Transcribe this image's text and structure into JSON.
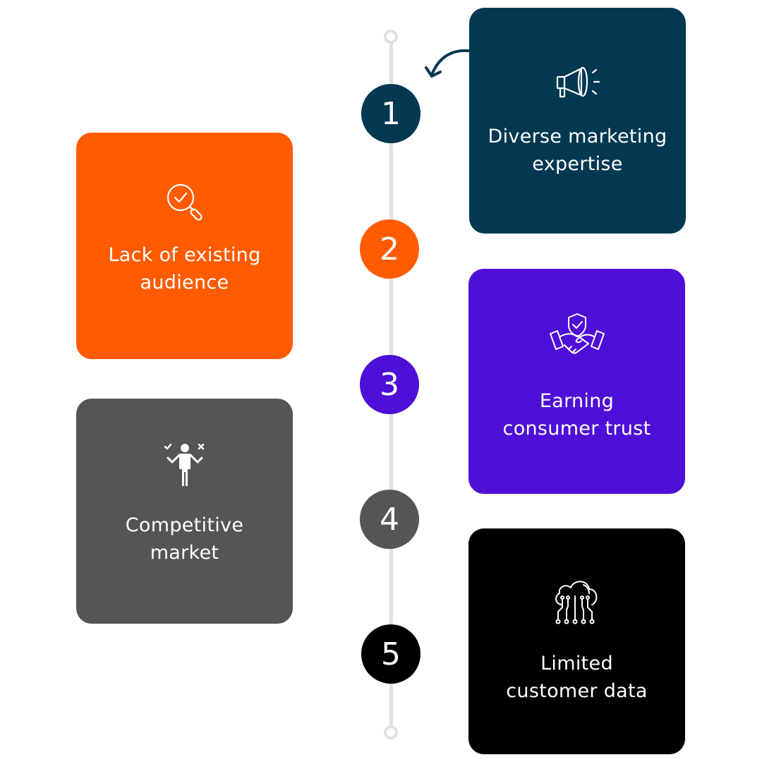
{
  "colors": {
    "navy": "#023852",
    "orange": "#ff5b00",
    "purple": "#4e0fd6",
    "gray": "#555555",
    "black": "#000000",
    "line": "#e0e0e0"
  },
  "steps": [
    {
      "number": "1",
      "title_lines": [
        "Diverse marketing",
        "expertise"
      ],
      "icon": "megaphone-icon",
      "color": "#023852"
    },
    {
      "number": "2",
      "title_lines": [
        "Lack of existing",
        "audience"
      ],
      "icon": "magnifier-check-icon",
      "color": "#ff5b00"
    },
    {
      "number": "3",
      "title_lines": [
        "Earning",
        "consumer trust"
      ],
      "icon": "handshake-shield-icon",
      "color": "#4e0fd6"
    },
    {
      "number": "4",
      "title_lines": [
        "Competitive",
        "market"
      ],
      "icon": "person-decision-icon",
      "color": "#555555"
    },
    {
      "number": "5",
      "title_lines": [
        "Limited",
        "customer data"
      ],
      "icon": "cloud-data-icon",
      "color": "#000000"
    }
  ]
}
